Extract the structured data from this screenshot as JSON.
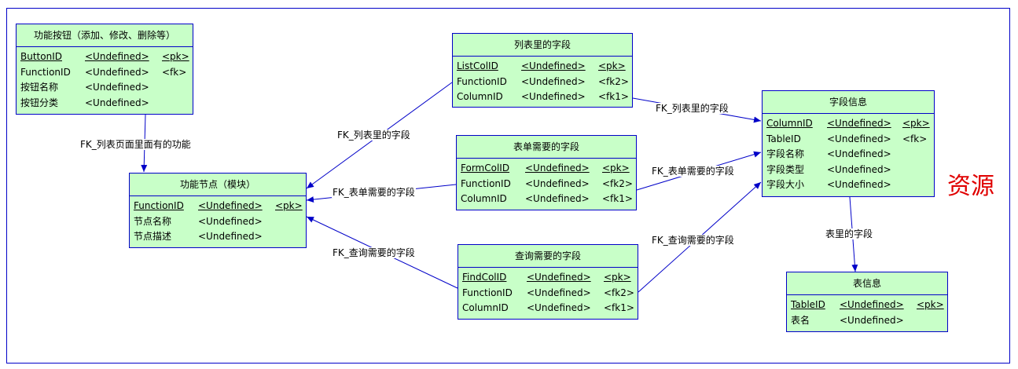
{
  "entities": {
    "btn": {
      "title": "功能按钮（添加、修改、删除等）",
      "rows": [
        {
          "name": "ButtonID",
          "type": "<Undefined>",
          "key": "<pk>"
        },
        {
          "name": "FunctionID",
          "type": "<Undefined>",
          "key": "<fk>"
        },
        {
          "name": "按钮名称",
          "type": "<Undefined>",
          "key": ""
        },
        {
          "name": "按钮分类",
          "type": "<Undefined>",
          "key": ""
        }
      ]
    },
    "func": {
      "title": "功能节点（模块）",
      "rows": [
        {
          "name": "FunctionID",
          "type": "<Undefined>",
          "key": "<pk>"
        },
        {
          "name": "节点名称",
          "type": "<Undefined>",
          "key": ""
        },
        {
          "name": "节点描述",
          "type": "<Undefined>",
          "key": ""
        }
      ]
    },
    "listcol": {
      "title": "列表里的字段",
      "rows": [
        {
          "name": "ListColID",
          "type": "<Undefined>",
          "key": "<pk>"
        },
        {
          "name": "FunctionID",
          "type": "<Undefined>",
          "key": "<fk2>"
        },
        {
          "name": "ColumnID",
          "type": "<Undefined>",
          "key": "<fk1>"
        }
      ]
    },
    "formcol": {
      "title": "表单需要的字段",
      "rows": [
        {
          "name": "FormColID",
          "type": "<Undefined>",
          "key": "<pk>"
        },
        {
          "name": "FunctionID",
          "type": "<Undefined>",
          "key": "<fk2>"
        },
        {
          "name": "ColumnID",
          "type": "<Undefined>",
          "key": "<fk1>"
        }
      ]
    },
    "findcol": {
      "title": "查询需要的字段",
      "rows": [
        {
          "name": "FindColID",
          "type": "<Undefined>",
          "key": "<pk>"
        },
        {
          "name": "FunctionID",
          "type": "<Undefined>",
          "key": "<fk2>"
        },
        {
          "name": "ColumnID",
          "type": "<Undefined>",
          "key": "<fk1>"
        }
      ]
    },
    "colinfo": {
      "title": "字段信息",
      "rows": [
        {
          "name": "ColumnID",
          "type": "<Undefined>",
          "key": "<pk>"
        },
        {
          "name": "TableID",
          "type": "<Undefined>",
          "key": "<fk>"
        },
        {
          "name": "字段名称",
          "type": "<Undefined>",
          "key": ""
        },
        {
          "name": "字段类型",
          "type": "<Undefined>",
          "key": ""
        },
        {
          "name": "字段大小",
          "type": "<Undefined>",
          "key": ""
        }
      ]
    },
    "tblinfo": {
      "title": "表信息",
      "rows": [
        {
          "name": "TableID",
          "type": "<Undefined>",
          "key": "<pk>"
        },
        {
          "name": "表名",
          "type": "<Undefined>",
          "key": ""
        }
      ]
    }
  },
  "relations": {
    "btn_func": "FK_列表页面里面有的功能",
    "listcol_func": "FK_列表里的字段",
    "formcol_func": "FK_表单需要的字段",
    "findcol_func": "FK_查询需要的字段",
    "listcol_colinfo": "FK_列表里的字段",
    "formcol_colinfo": "FK_表单需要的字段",
    "findcol_colinfo": "FK_查询需要的字段",
    "colinfo_tblinfo": "表里的字段"
  },
  "annotation": "资源",
  "colors": {
    "entity_fill": "#c8ffc8",
    "border": "#0000c8",
    "annotation": "#e00000"
  }
}
